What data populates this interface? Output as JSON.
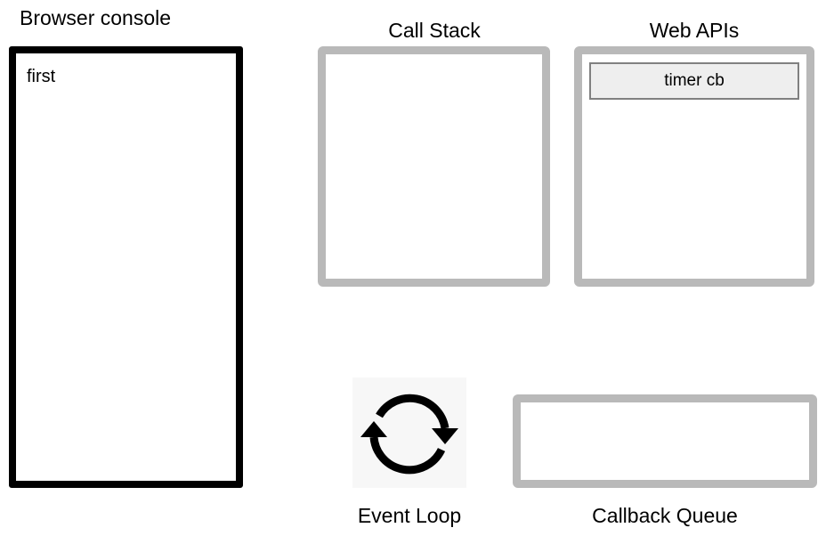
{
  "panels": {
    "browser_console": {
      "title": "Browser console",
      "border_color": "#000000",
      "logs": [
        "first"
      ]
    },
    "call_stack": {
      "title": "Call Stack",
      "border_color": "#b9b9b9",
      "frames": []
    },
    "web_apis": {
      "title": "Web APIs",
      "border_color": "#b9b9b9",
      "items": [
        {
          "label": "timer cb",
          "fill": "#eeeeee",
          "stroke": "#808080"
        }
      ]
    },
    "event_loop": {
      "title": "Event Loop",
      "icon": "circular-arrows-icon",
      "icon_background": "#f7f7f7",
      "icon_color": "#000000"
    },
    "callback_queue": {
      "title": "Callback Queue",
      "border_color": "#b9b9b9",
      "items": []
    }
  }
}
